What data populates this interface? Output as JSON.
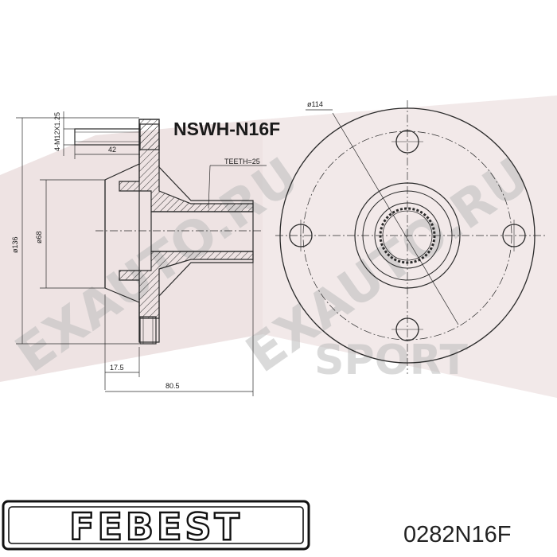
{
  "part_title": "NSWH-N16F",
  "part_number": "0282N16F",
  "brand": "FEBEST",
  "watermark": [
    "EXAUTO.RU",
    "EXAUTO.RU",
    "SPORT"
  ],
  "dimensions": {
    "bolt_thread": "4-M12X1.25",
    "bolt_length": "42",
    "teeth": "TEETH=25",
    "outer_diameter": "ø136",
    "inner_diameter": "ø68",
    "flange_thickness": "17.5",
    "overall_length": "80.5",
    "pcd": "ø114"
  },
  "colors": {
    "line": "#2a2a2a",
    "watermark_band": "#c9a7a7",
    "background": "#ffffff"
  }
}
